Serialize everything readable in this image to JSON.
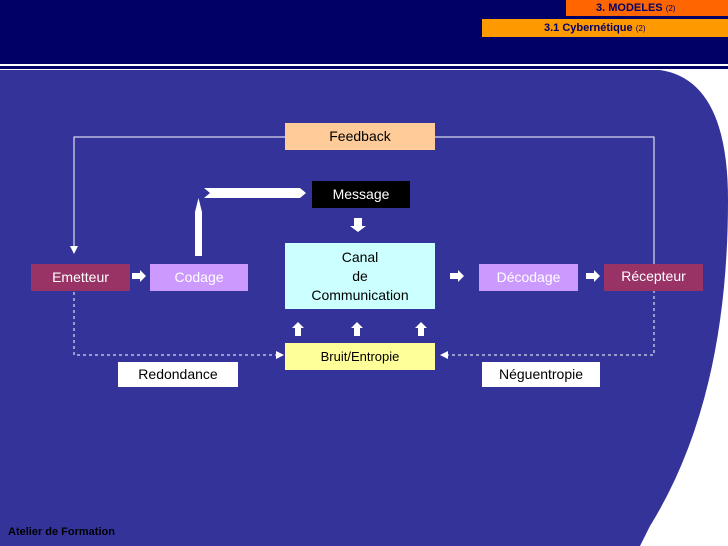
{
  "header": {
    "section": "3. MODELES",
    "section_count": "(2)",
    "subsection": "3.1 Cybernétique",
    "subsection_count": "(2)"
  },
  "diagram": {
    "feedback": "Feedback",
    "message": "Message",
    "emetteur": "Emetteur",
    "codage": "Codage",
    "canal_line1": "Canal",
    "canal_line2": "de",
    "canal_line3": "Communication",
    "decodage": "Décodage",
    "recepteur": "Récepteur",
    "bruit": "Bruit/Entropie",
    "redondance": "Redondance",
    "neguentropie": "Néguentropie"
  },
  "footer": {
    "label": "Atelier de Formation"
  },
  "colors": {
    "background": "#333399",
    "header": "#000066",
    "feedback": "#ffcc99",
    "message": "#000000",
    "emetteur": "#993366",
    "codage": "#cc99ff",
    "canal": "#ccffff",
    "bruit": "#ffff99",
    "white_box": "#ffffff"
  }
}
